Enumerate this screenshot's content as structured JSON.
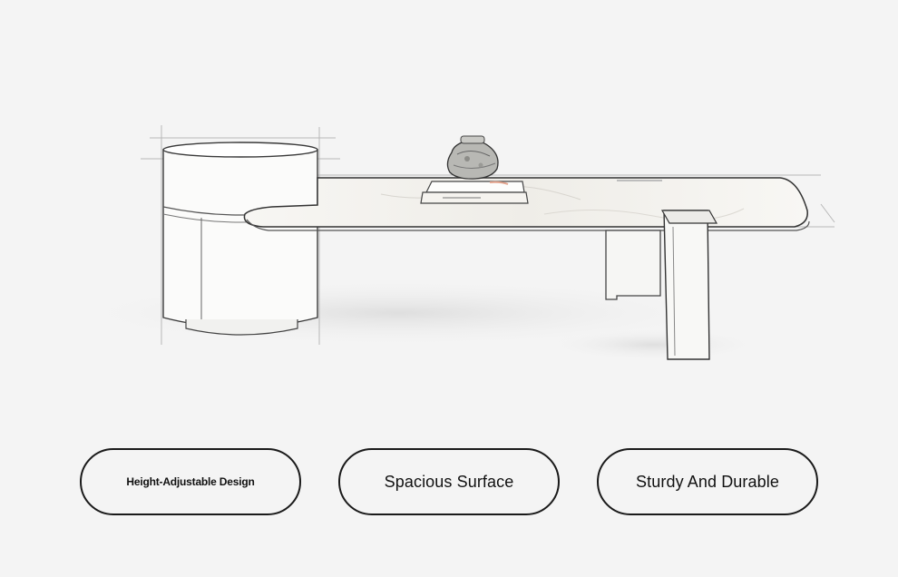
{
  "features": [
    {
      "label": "Height-Adjustable Design"
    },
    {
      "label": "Spacious Surface"
    },
    {
      "label": "Sturdy And Durable"
    }
  ],
  "colors": {
    "background": "#f4f4f4",
    "outline": "#1a1a1a",
    "furniture": "#fbfbfa",
    "shadow": "#e2e2e2"
  },
  "icons": {
    "illustration": "coffee-table-sketch"
  }
}
